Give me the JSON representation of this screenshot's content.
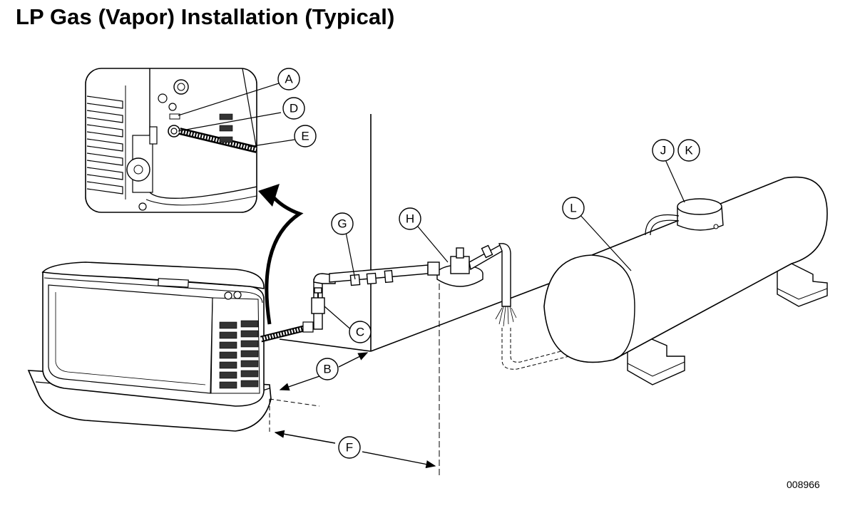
{
  "title": "LP Gas (Vapor) Installation (Typical)",
  "figure_number": "008966",
  "callouts": {
    "A": "A",
    "B": "B",
    "C": "C",
    "D": "D",
    "E": "E",
    "F": "F",
    "G": "G",
    "H": "H",
    "J": "J",
    "K": "K",
    "L": "L"
  }
}
